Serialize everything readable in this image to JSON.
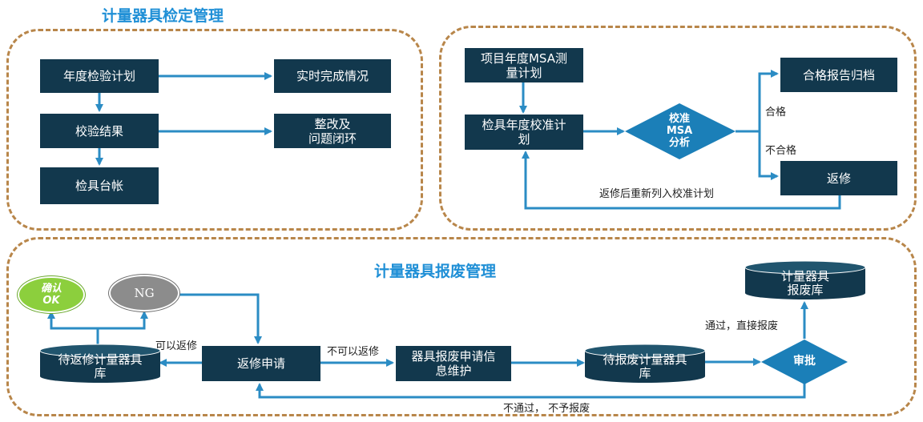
{
  "colors": {
    "box": "#12384d",
    "arrow": "#2b8cc4",
    "frame": "#b8864a",
    "title": "#1f8fd6",
    "ok": "#8ccf3d",
    "ng": "#8c8c8c"
  },
  "section1": {
    "title": "计量器具检定管理",
    "annual_plan": "年度检验计划",
    "realtime": "实时完成情况",
    "result": "校验结果",
    "rectify": "整改及\n问题闭环",
    "ledger": "检具台帐"
  },
  "section2": {
    "msa_plan": "项目年度MSA测\n量计划",
    "calib_plan": "检具年度校准计\n划",
    "decision": "校准\nMSA\n分析",
    "archive": "合格报告归档",
    "repair": "返修",
    "pass_label": "合格",
    "fail_label": "不合格",
    "loop_label": "返修后重新列入校准计划"
  },
  "section3": {
    "title": "计量器具报废管理",
    "confirm_ok": "确认\nOK",
    "ng": "NG",
    "pending_repair": "待返修计量器具\n库",
    "can_repair": "可以返修",
    "repair_request": "返修申请",
    "cannot_repair": "不可以返修",
    "scrap_info": "器具报废申请信\n息维护",
    "pending_scrap": "待报废计量器具\n库",
    "approve": "审批",
    "approved_label": "通过，直接报废",
    "scrap_store": "计量器具\n报废库",
    "rejected_label": "不通过，  不予报废"
  }
}
